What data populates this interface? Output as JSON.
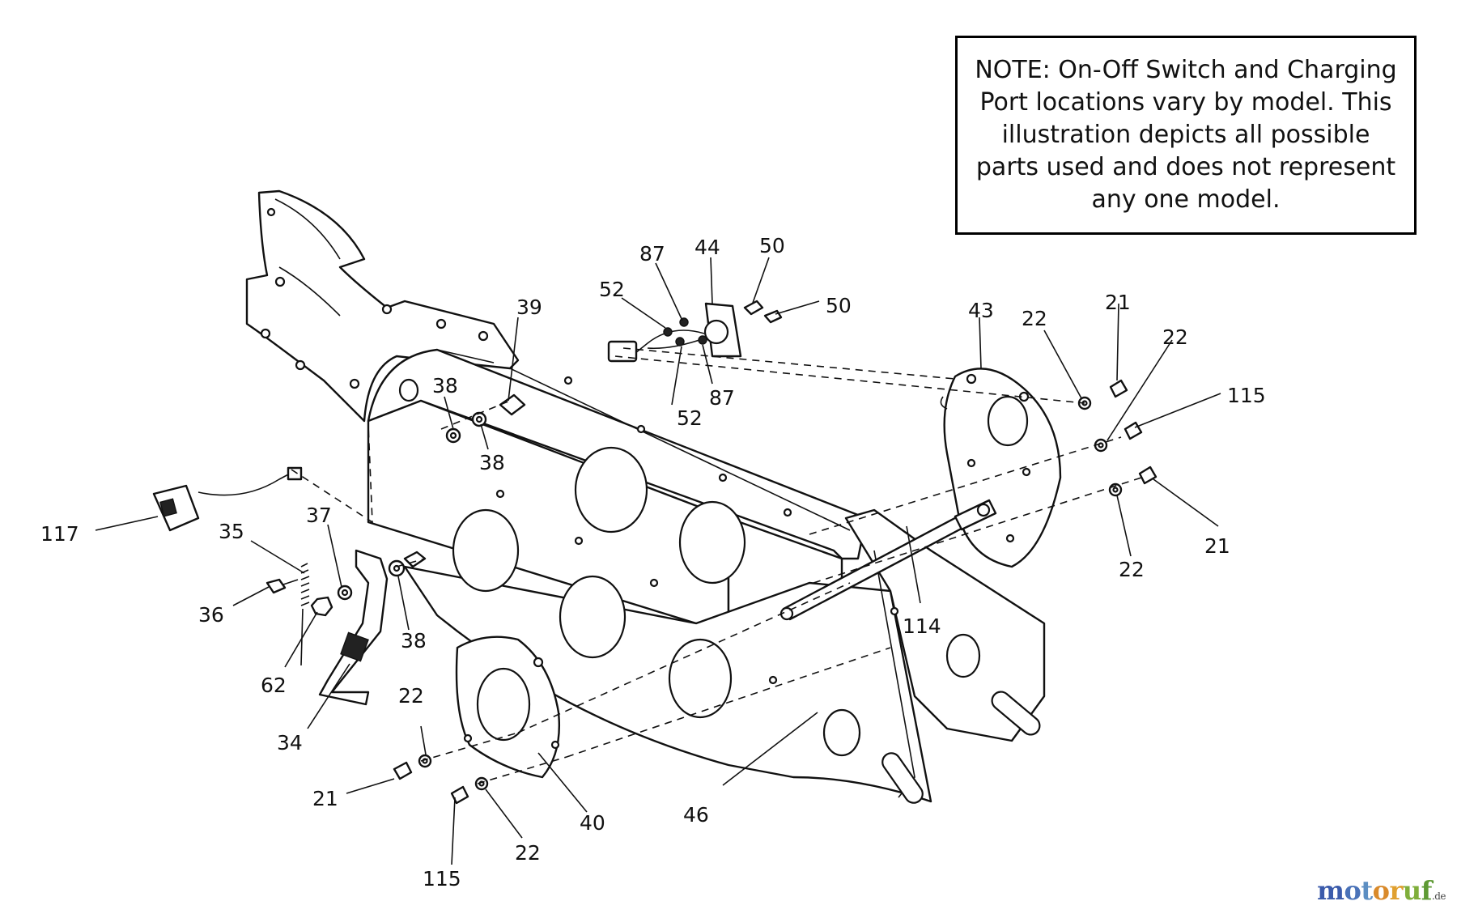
{
  "note": {
    "text": "NOTE: On-Off Switch and Charging Port locations vary by model. This illustration depicts all possible parts used and does not represent any one model."
  },
  "watermark": {
    "parts": [
      {
        "text": "m",
        "color": "#3b5bab"
      },
      {
        "text": "o",
        "color": "#4a72b8"
      },
      {
        "text": "t",
        "color": "#5c8ec2"
      },
      {
        "text": "o",
        "color": "#d98a2b"
      },
      {
        "text": "r",
        "color": "#e0a030"
      },
      {
        "text": "u",
        "color": "#7fae3a"
      },
      {
        "text": "f",
        "color": "#5e9a34"
      }
    ],
    "suffix": ".de"
  },
  "callouts": [
    {
      "id": "c117",
      "label": "117"
    },
    {
      "id": "c35",
      "label": "35"
    },
    {
      "id": "c37",
      "label": "37"
    },
    {
      "id": "c36",
      "label": "36"
    },
    {
      "id": "c62",
      "label": "62"
    },
    {
      "id": "c34",
      "label": "34"
    },
    {
      "id": "c38a",
      "label": "38"
    },
    {
      "id": "c38b",
      "label": "38"
    },
    {
      "id": "c38c",
      "label": "38"
    },
    {
      "id": "c39",
      "label": "39"
    },
    {
      "id": "c52a",
      "label": "52"
    },
    {
      "id": "c52b",
      "label": "52"
    },
    {
      "id": "c87a",
      "label": "87"
    },
    {
      "id": "c87b",
      "label": "87"
    },
    {
      "id": "c44",
      "label": "44"
    },
    {
      "id": "c50a",
      "label": "50"
    },
    {
      "id": "c50b",
      "label": "50"
    },
    {
      "id": "c43",
      "label": "43"
    },
    {
      "id": "c22a",
      "label": "22"
    },
    {
      "id": "c21a",
      "label": "21"
    },
    {
      "id": "c22b",
      "label": "22"
    },
    {
      "id": "c115a",
      "label": "115"
    },
    {
      "id": "c21b",
      "label": "21"
    },
    {
      "id": "c22c",
      "label": "22"
    },
    {
      "id": "c114",
      "label": "114"
    },
    {
      "id": "c46",
      "label": "46"
    },
    {
      "id": "c40",
      "label": "40"
    },
    {
      "id": "c22d",
      "label": "22"
    },
    {
      "id": "c21c",
      "label": "21"
    },
    {
      "id": "c22e",
      "label": "22"
    },
    {
      "id": "c115b",
      "label": "115"
    }
  ]
}
